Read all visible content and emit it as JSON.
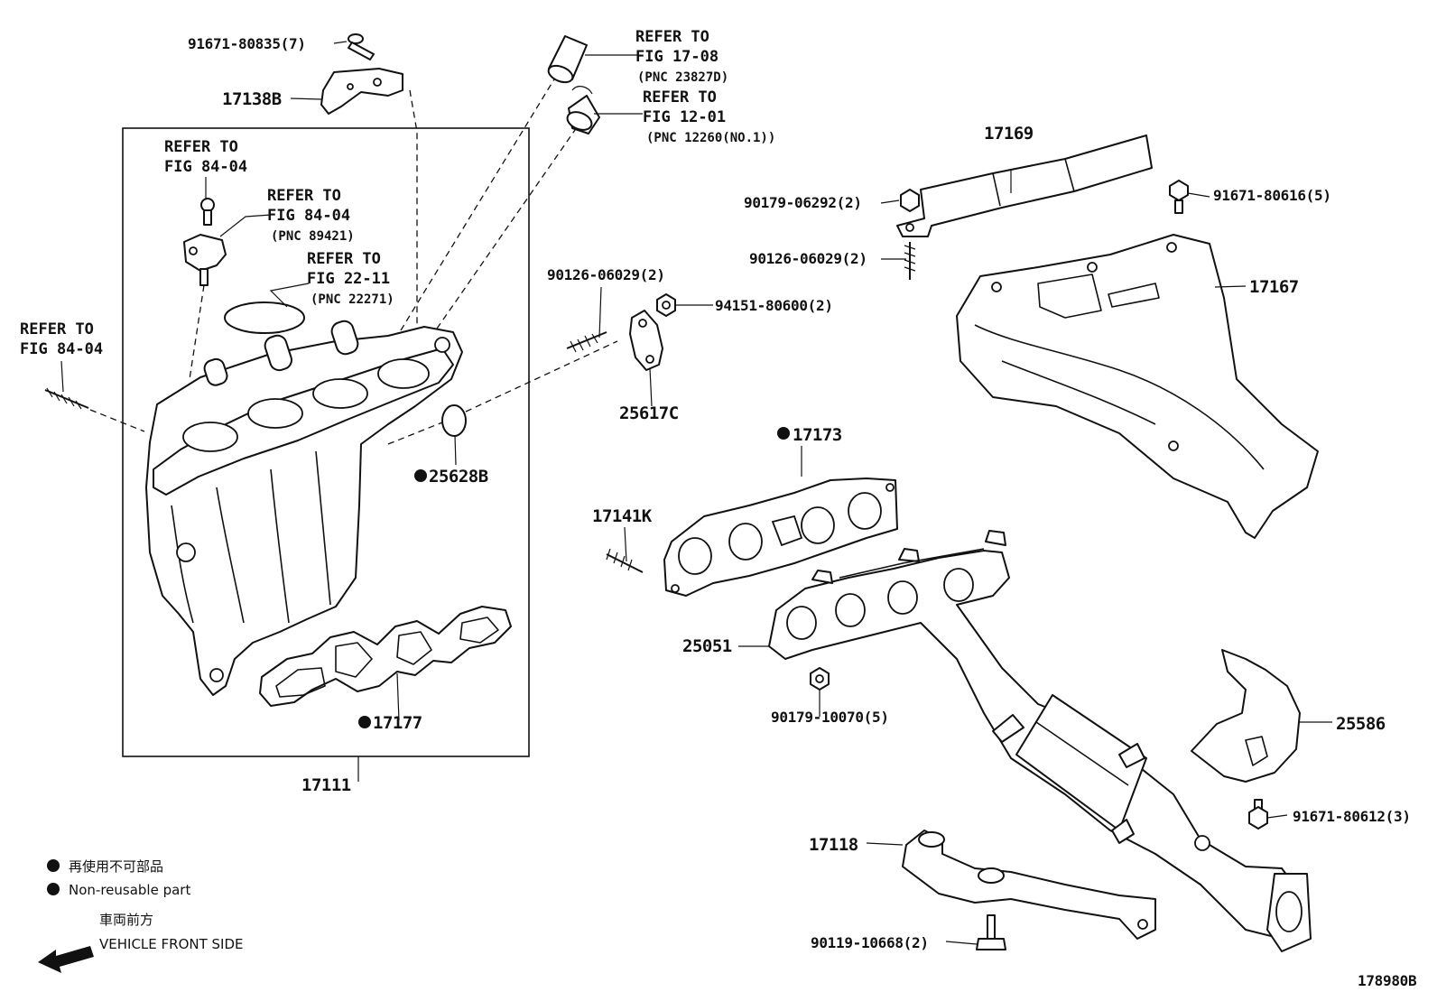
{
  "labels": {
    "p_91671_80835": "91671-80835(7)",
    "p_17138B": "17138B",
    "ref_fig_17_08_a": "REFER TO",
    "ref_fig_17_08_b": "FIG 17-08",
    "ref_fig_17_08_c": "(PNC 23827D)",
    "ref_fig_12_01_a": "REFER TO",
    "ref_fig_12_01_b": "FIG 12-01",
    "ref_fig_12_01_c": "(PNC 12260(NO.1))",
    "ref_fig_84_04_top_a": "REFER TO",
    "ref_fig_84_04_top_b": "FIG 84-04",
    "ref_fig_84_04_pnc_a": "REFER TO",
    "ref_fig_84_04_pnc_b": "FIG 84-04",
    "ref_fig_84_04_pnc_c": "(PNC 89421)",
    "ref_fig_22_11_a": "REFER TO",
    "ref_fig_22_11_b": "FIG 22-11",
    "ref_fig_22_11_c": "(PNC 22271)",
    "ref_fig_84_04_left_a": "REFER TO",
    "ref_fig_84_04_left_b": "FIG 84-04",
    "p_25628B": "25628B",
    "p_17177": "17177",
    "p_17111": "17111",
    "p_90126_06029_mid": "90126-06029(2)",
    "p_94151_80600": "94151-80600(2)",
    "p_25617C": "25617C",
    "p_17169": "17169",
    "p_90179_06292": "90179-06292(2)",
    "p_90126_06029_right": "90126-06029(2)",
    "p_91671_80616": "91671-80616(5)",
    "p_17167": "17167",
    "p_17173": "17173",
    "p_17141K": "17141K",
    "p_25051": "25051",
    "p_90179_10070": "90179-10070(5)",
    "p_25586": "25586",
    "p_91671_80612": "91671-80612(3)",
    "p_17118": "17118",
    "p_90119_10668": "90119-10668(2)",
    "legend_jp": "再使用不可部品",
    "legend_en": "Non-reusable part",
    "front_jp": "車両前方",
    "front_en": "VEHICLE FRONT SIDE",
    "figure_code": "178980B"
  }
}
